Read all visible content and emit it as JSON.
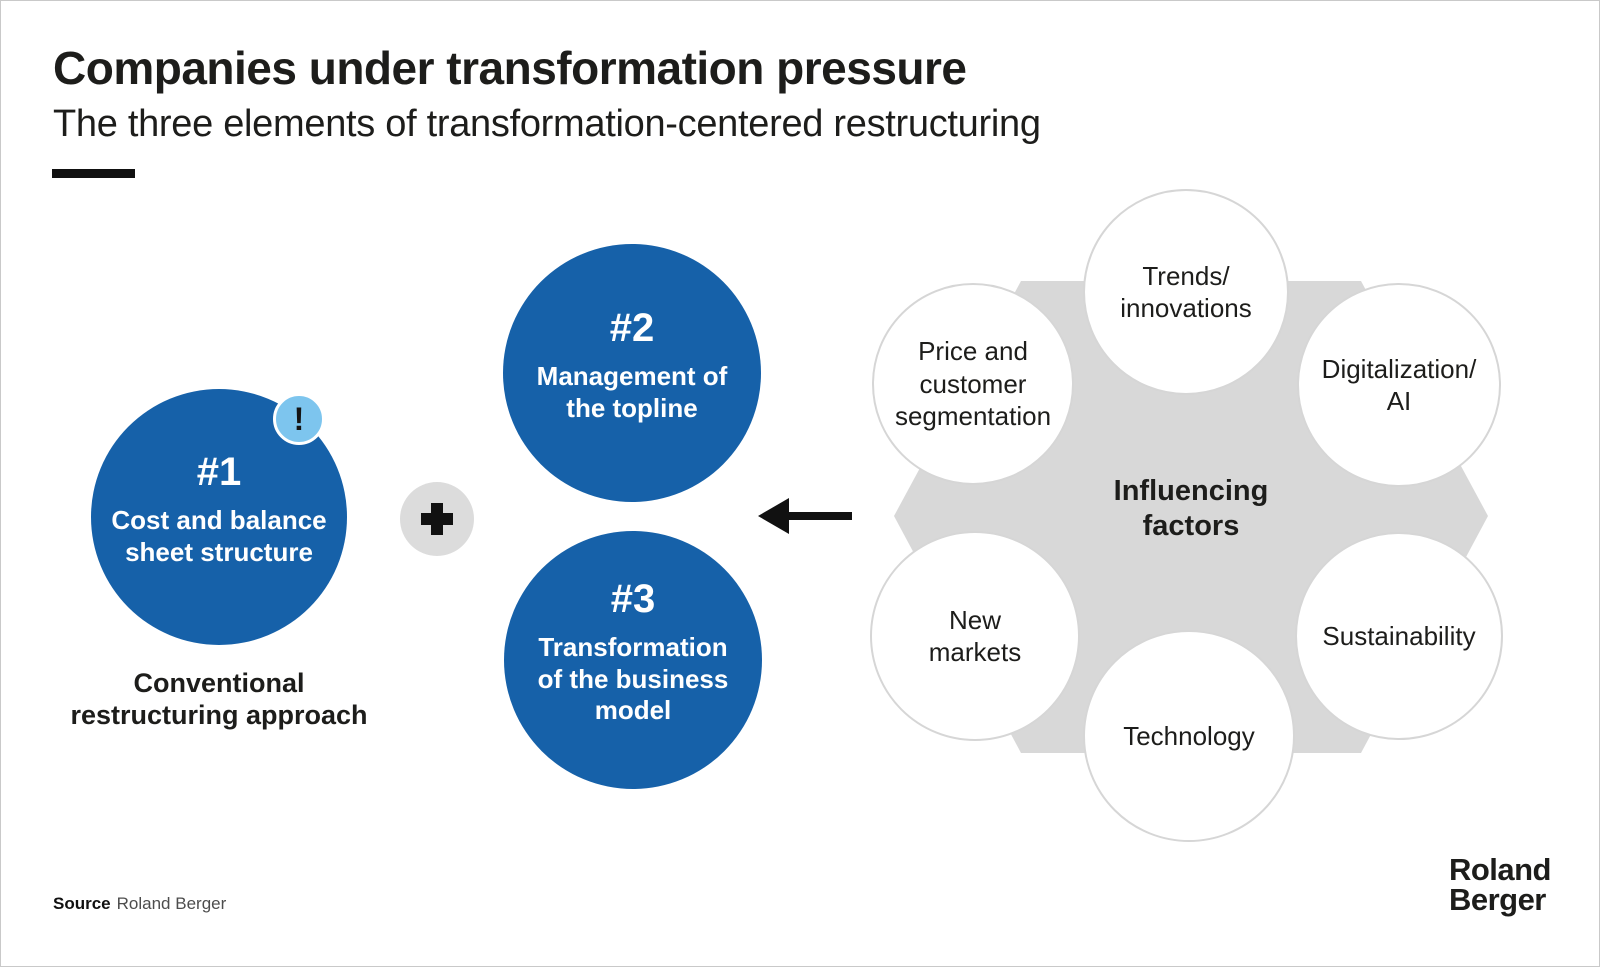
{
  "header": {
    "title": "Companies under transformation pressure",
    "subtitle": "The three elements of transformation-centered restructuring"
  },
  "conventional": {
    "number": "#1",
    "label": "Cost and balance\nsheet structure",
    "badge": "!",
    "caption": "Conventional\nrestructuring approach"
  },
  "elements": {
    "circle2": {
      "number": "#2",
      "label": "Management of\nthe topline"
    },
    "circle3": {
      "number": "#3",
      "label": "Transformation\nof the business\nmodel"
    }
  },
  "influencing": {
    "title": "Influencing\nfactors",
    "factors": [
      {
        "id": "trends",
        "label": "Trends/\ninnovations"
      },
      {
        "id": "price",
        "label": "Price and\ncustomer\nsegmentation"
      },
      {
        "id": "digitalization",
        "label": "Digitalization/\nAI"
      },
      {
        "id": "new-markets",
        "label": "New\nmarkets"
      },
      {
        "id": "technology",
        "label": "Technology"
      },
      {
        "id": "sustainability",
        "label": "Sustainability"
      }
    ]
  },
  "footer": {
    "source_label": "Source",
    "source_value": "Roland Berger",
    "logo": "Roland\nBerger"
  },
  "colors": {
    "brand_blue": "#1661a9",
    "badge_blue": "#7dc5ee",
    "hexagon_gray": "#d8d8d8",
    "plus_gray": "#dcdcdc",
    "text_dark": "#1d1d1b",
    "circle_border_gray": "#d6d6d6"
  }
}
